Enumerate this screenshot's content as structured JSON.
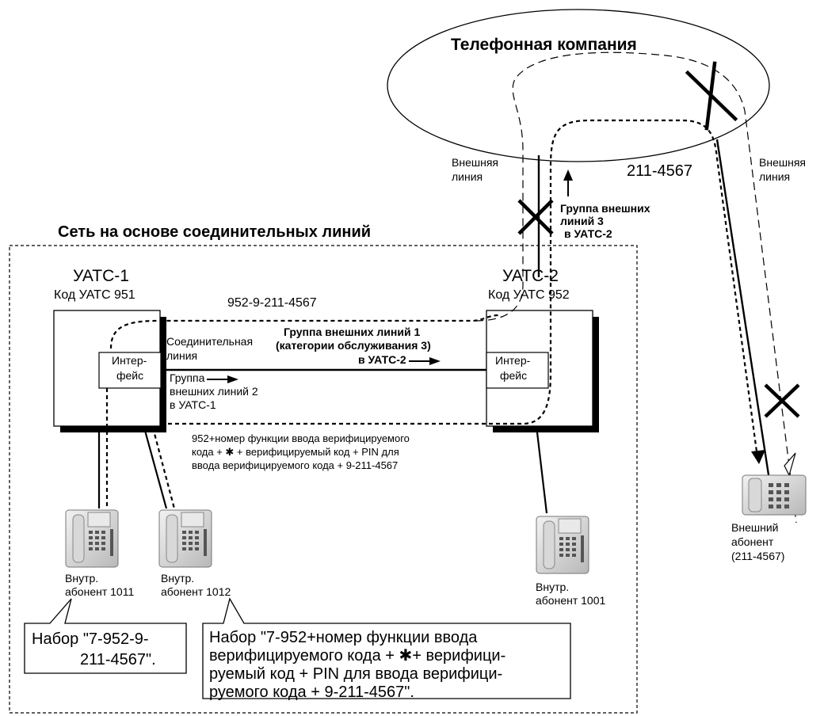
{
  "phone_company": {
    "title": "Телефонная компания",
    "number": "211-4567"
  },
  "network": {
    "title": "Сеть на основе соединительных линий"
  },
  "pbx1": {
    "name": "УАТС-1",
    "code": "Код УАТС 951",
    "interface_line1": "Интер-",
    "interface_line2": "фейс"
  },
  "pbx2": {
    "name": "УАТС-2",
    "code": "Код УАТС 952",
    "interface_line1": "Интер-",
    "interface_line2": "фейс"
  },
  "labels": {
    "dialed_number": "952-9-211-4567",
    "tie_line_1": "Соединительная",
    "tie_line_2": "линия",
    "trunk_group1_l1": "Группа внешних линий 1",
    "trunk_group1_l2": "(категории обслуживания 3)",
    "trunk_group1_l3": "в УАТС-2",
    "trunk_group2_l1": "Группа",
    "trunk_group2_l2": "внешних линий 2",
    "trunk_group2_l3": "в УАТС-1",
    "trunk_group3_l1": "Группа внешних",
    "trunk_group3_l2": "линий 3",
    "trunk_group3_l3": "в УАТС-2",
    "ext_line_left_1": "Внешняя",
    "ext_line_left_2": "линия",
    "ext_line_right_1": "Внешняя",
    "ext_line_right_2": "линия",
    "verify_l1": "952+номер функции ввода верифицируемого",
    "verify_l2": "кода + ✱ + верифицируемый код + PIN для",
    "verify_l3": "ввода верифицируемого кода + 9-211-4567"
  },
  "phones": {
    "ext1011_l1": "Внутр.",
    "ext1011_l2": "абонент 1011",
    "ext1012_l1": "Внутр.",
    "ext1012_l2": "абонент 1012",
    "ext1001_l1": "Внутр.",
    "ext1001_l2": "абонент 1001",
    "outside_l1": "Внешний",
    "outside_l2": "абонент",
    "outside_l3": "(211-4567)"
  },
  "callouts": {
    "left_l1": "Набор \"7-952-9-",
    "left_l2": "211-4567\".",
    "right_l1": "Набор \"7-952+номер функции ввода",
    "right_l2": "верифицируемого кода + ✱+ верифици-",
    "right_l3": "руемый код + PIN для ввода верифици-",
    "right_l4": "руемого кода + 9-211-4567\"."
  }
}
